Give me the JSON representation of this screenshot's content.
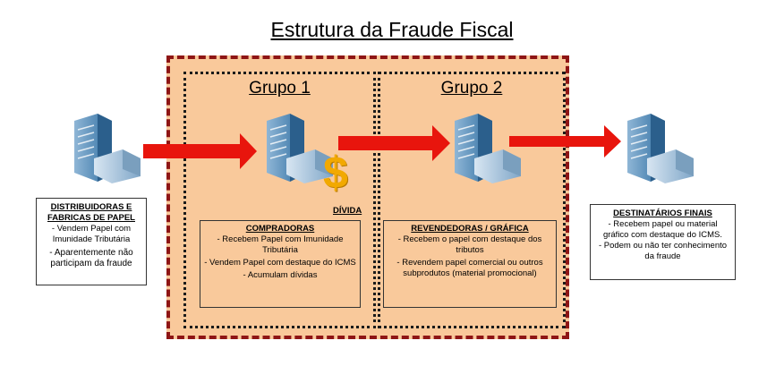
{
  "title": "Estrutura da Fraude Fiscal",
  "group1": {
    "title": "Grupo 1",
    "box_title": "COMPRADORAS",
    "items": [
      "- Recebem Papel com Imunidade Tributária",
      "- Vendem Papel com destaque do ICMS",
      "- Acumulam dívidas"
    ]
  },
  "group2": {
    "title": "Grupo 2",
    "box_title": "REVENDEDORAS / GRÁFICA",
    "items": [
      "- Recebem o papel com destaque dos tributos",
      "- Revendem papel comercial ou outros subprodutos (material promocional)"
    ]
  },
  "left_box": {
    "title": "DISTRIBUIDORAS E FABRICAS DE PAPEL",
    "items": [
      "- Vendem Papel com Imunidade Tributária",
      "- Aparentemente não participam da fraude"
    ]
  },
  "right_box": {
    "title": "DESTINATÁRIOS FINAIS",
    "items": [
      "- Recebem papel ou material gráfico com destaque do ICMS.",
      "- Podem ou não ter conhecimento da fraude"
    ]
  },
  "debt_label": "DÍVIDA",
  "dollar_symbol": "$",
  "colors": {
    "outer_fill": "#f9c99b",
    "outer_border": "#8e1515",
    "arrow": "#e8150d",
    "dollar": "#f2a900"
  },
  "icons": [
    "building-icon",
    "arrow-right-icon",
    "dollar-icon"
  ]
}
